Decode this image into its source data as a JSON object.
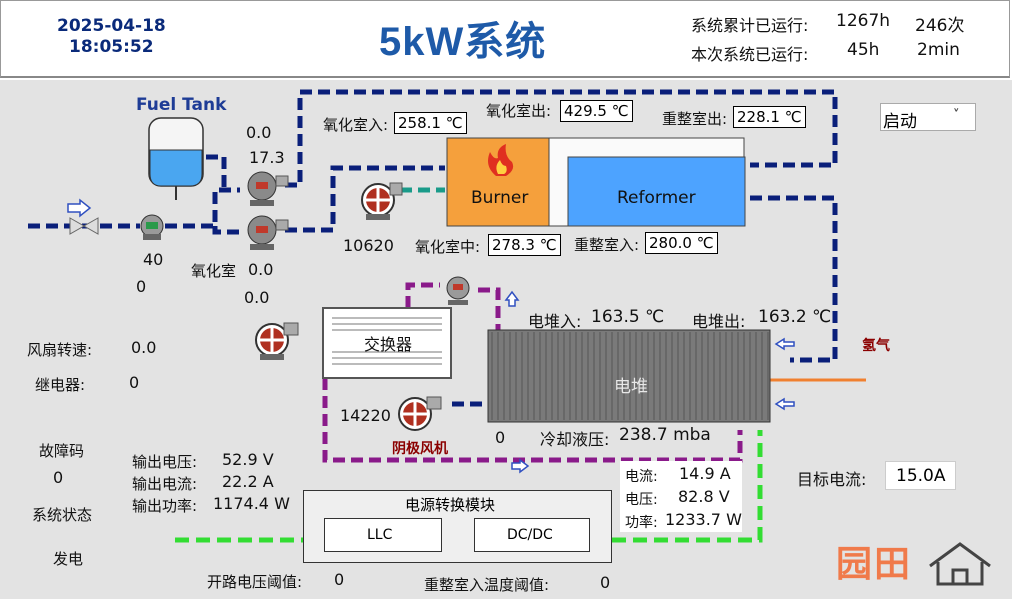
{
  "header": {
    "date": "2025-04-18",
    "time": "18:05:52",
    "title": "5kW系统",
    "total_run_label": "系统累计已运行:",
    "total_hours": "1267h",
    "total_count": "246次",
    "current_run_label": "本次系统已运行:",
    "current_hours": "45h",
    "current_minutes": "2min"
  },
  "mode_select": {
    "value": "启动",
    "arrow": "˅"
  },
  "fuel": {
    "tank_label": "Fuel Tank",
    "pump_val_a": "0.0",
    "pump_val_b": "17.3",
    "pump_val_c": "0.0",
    "pump_val_d": "0.0",
    "feed_pump_val": "40",
    "feed_pump_val2": "0",
    "ox_label": "氧化室"
  },
  "reformer": {
    "ox_in_label": "氧化室入:",
    "ox_in": "258.1 ℃",
    "ox_out_label": "氧化室出:",
    "ox_out": "429.5 ℃",
    "ref_out_label": "重整室出:",
    "ref_out": "228.1 ℃",
    "ox_mid_label": "氧化室中:",
    "ox_mid": "278.3 ℃",
    "ref_in_label": "重整室入:",
    "ref_in": "280.0 ℃",
    "burner_label": "Burner",
    "reformer_label": "Reformer",
    "blower_val": "10620"
  },
  "stack": {
    "label": "电堆",
    "in_label": "电堆入:",
    "in_temp": "163.5 ℃",
    "out_label": "电堆出:",
    "out_temp": "163.2 ℃",
    "coolant_label": "冷却液压:",
    "coolant": "238.7 mba",
    "bottom_val": "0",
    "hydrogen_label": "氢气",
    "exchanger_label": "交换器",
    "cathode_fan_label": "阴极风机",
    "cathode_fan_val": "14220"
  },
  "left": {
    "fan_speed_label": "风扇转速:",
    "fan_speed": "0.0",
    "relay_label": "继电器:",
    "relay": "0",
    "fault_label": "故障码",
    "fault": "0",
    "status_label": "系统状态",
    "status": "发电"
  },
  "output": {
    "voltage_label": "输出电压:",
    "voltage": "52.9 V",
    "current_label": "输出电流:",
    "current": "22.2 A",
    "power_label": "输出功率:",
    "power": "1174.4 W"
  },
  "converter": {
    "title": "电源转换模块",
    "llc": "LLC",
    "dcdc": "DC/DC"
  },
  "stack_elec": {
    "current_label": "电流:",
    "current": "14.9 A",
    "voltage_label": "电压:",
    "voltage": "82.8 V",
    "power_label": "功率:",
    "power": "1233.7 W"
  },
  "target": {
    "label": "目标电流:",
    "value": "15.0A"
  },
  "thresholds": {
    "open_v_label": "开路电压阈值:",
    "open_v": "0",
    "ref_temp_label": "重整室入温度阈值:",
    "ref_temp": "0"
  },
  "brand": {
    "text": "园田"
  },
  "colors": {
    "pipe_blue": "#0a1f7a",
    "pipe_purple": "#8a1a8a",
    "pipe_green": "#33dd33",
    "burner": "#f5a03c",
    "reformer": "#4da3ff",
    "title_blue": "#1e5aa8"
  }
}
